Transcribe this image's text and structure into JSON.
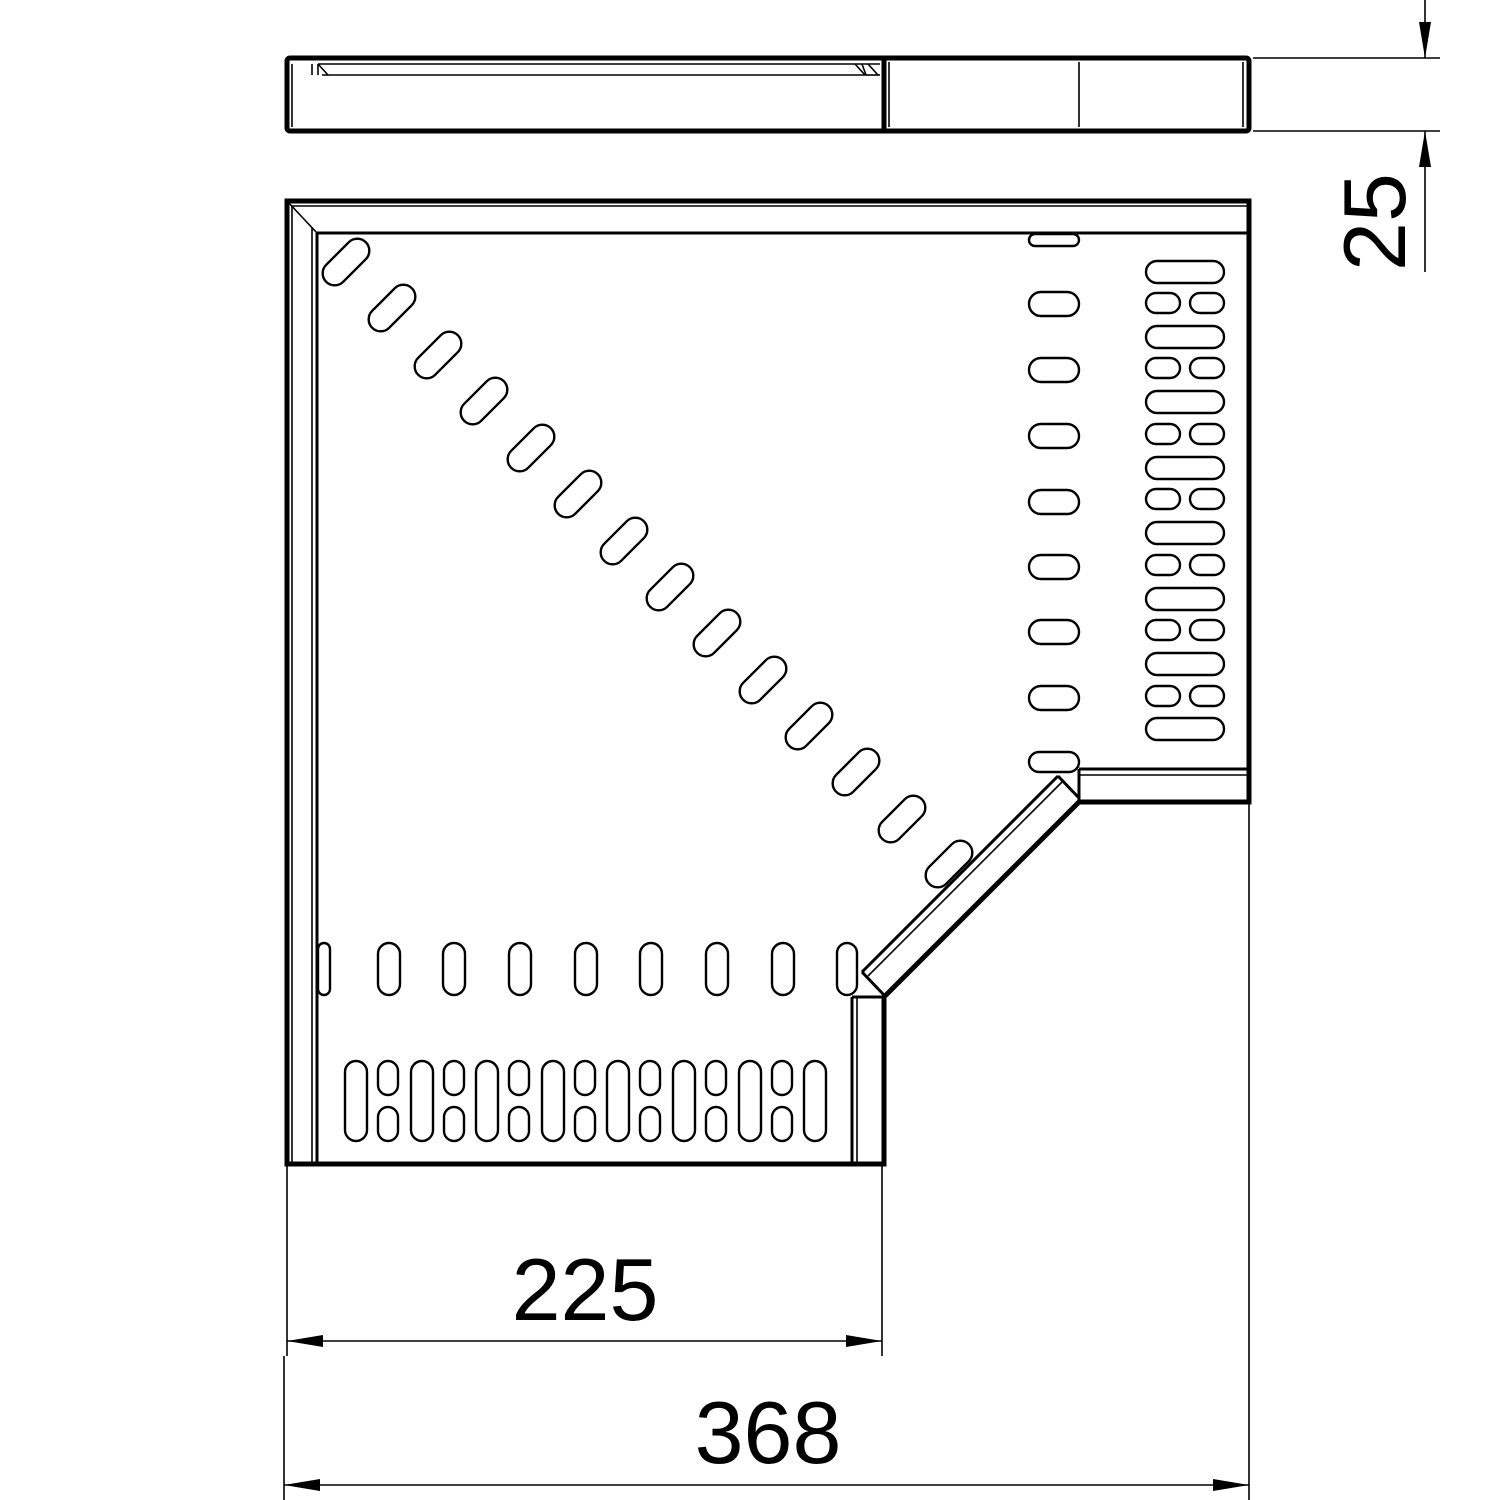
{
  "dimensions": {
    "height_label": "25",
    "inner_width_label": "225",
    "overall_width_label": "368"
  }
}
